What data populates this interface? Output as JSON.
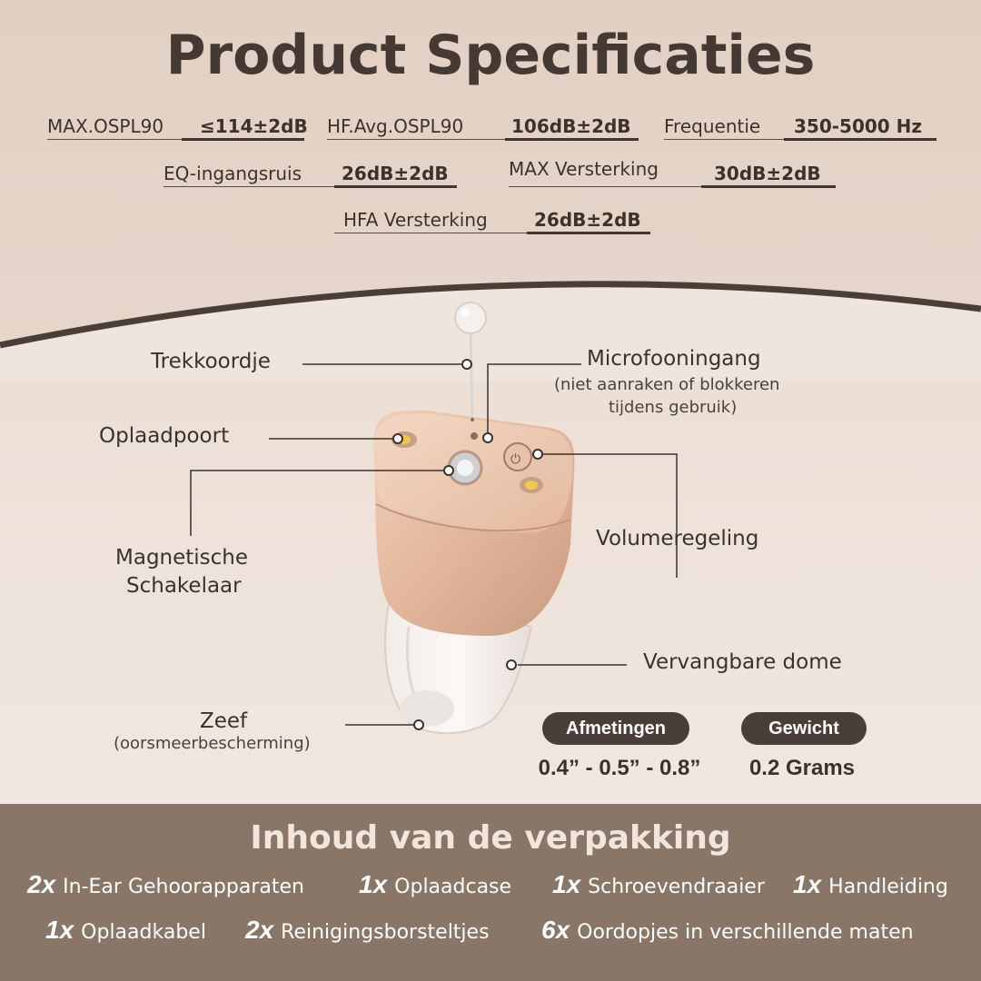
{
  "title": "Product Specificaties",
  "specs": [
    {
      "label": "MAX.OSPL90",
      "value": "≤114±2dB"
    },
    {
      "label": "HF.Avg.OSPL90",
      "value": "106dB±2dB"
    },
    {
      "label": "Frequentie",
      "value": "350-5000 Hz"
    },
    {
      "label": "EQ-ingangsruis",
      "value": "26dB±2dB"
    },
    {
      "label": "MAX Versterking",
      "value": "30dB±2dB"
    },
    {
      "label": "HFA Versterking",
      "value": "26dB±2dB"
    }
  ],
  "callouts": {
    "trekkoordje": "Trekkoordje",
    "oplaadpoort": "Oplaadpoort",
    "magnetische_1": "Magnetische",
    "magnetische_2": "Schakelaar",
    "microfoon": "Microfooningang",
    "microfoon_sub_1": "(niet aanraken of blokkeren",
    "microfoon_sub_2": "tijdens gebruik)",
    "volume": "Volumeregeling",
    "dome": "Vervangbare dome",
    "zeef": "Zeef",
    "zeef_sub": "(oorsmeerbescherming)"
  },
  "dimensions": {
    "label": "Afmetingen",
    "value": "0.4” - 0.5” - 0.8”"
  },
  "weight": {
    "label": "Gewicht",
    "value": "0.2 Grams"
  },
  "package": {
    "title": "Inhoud van de verpakking",
    "items": [
      {
        "qty": "2x",
        "name": "In-Ear Gehoorapparaten"
      },
      {
        "qty": "1x",
        "name": "Oplaadcase"
      },
      {
        "qty": "1x",
        "name": "Schroevendraaier"
      },
      {
        "qty": "1x",
        "name": "Handleiding"
      },
      {
        "qty": "1x",
        "name": "Oplaadkabel"
      },
      {
        "qty": "2x",
        "name": "Reinigingsborsteltjes"
      },
      {
        "qty": "6x",
        "name": "Oordopjes in verschillende maten"
      }
    ]
  },
  "colors": {
    "background": "#ecdfd6",
    "dark_text": "#3a332d",
    "pill": "#4a3f38",
    "bottom_band": "#8a7667",
    "device_skin": "#e4bea4"
  }
}
